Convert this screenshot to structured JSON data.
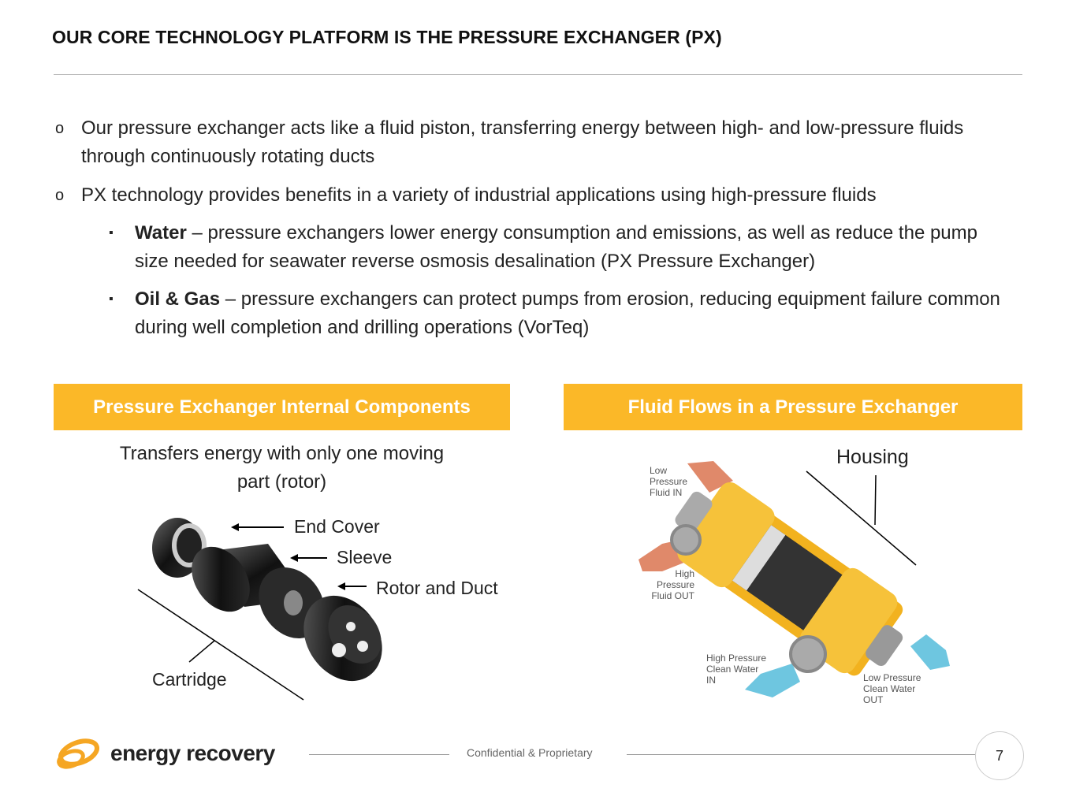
{
  "title": "OUR CORE TECHNOLOGY PLATFORM IS THE PRESSURE EXCHANGER (PX)",
  "bullets": [
    {
      "marker": "o",
      "text": "Our pressure exchanger acts like a fluid piston, transferring energy between high- and low-pressure fluids through continuously rotating ducts"
    },
    {
      "marker": "o",
      "text": "PX technology provides benefits in a variety of industrial applications using high-pressure fluids"
    }
  ],
  "sub_bullets": [
    {
      "marker": "▪",
      "bold": "Water",
      "text": " – pressure exchangers lower energy consumption and emissions, as well as reduce the pump size needed for seawater reverse osmosis desalination (PX Pressure Exchanger)"
    },
    {
      "marker": "▪",
      "bold": "Oil & Gas",
      "text": " – pressure exchangers can protect pumps from erosion, reducing equipment failure common during well completion and drilling operations (VorTeq)"
    }
  ],
  "left_panel": {
    "header": "Pressure Exchanger Internal Components",
    "caption": "Transfers energy with only one moving part (rotor)",
    "labels": {
      "end_cover": "End Cover",
      "sleeve": "Sleeve",
      "rotor": "Rotor and Duct",
      "cartridge": "Cartridge"
    }
  },
  "right_panel": {
    "header": "Fluid Flows in a Pressure Exchanger",
    "housing": "Housing",
    "flows": {
      "lp_in": "Low Pressure Fluid IN",
      "hp_out": "High Pressure Fluid OUT",
      "hp_water_in": "High Pressure Clean Water IN",
      "lp_water_out": "Low Pressure Clean Water OUT"
    }
  },
  "footer": {
    "logo": "energy recovery",
    "confidential": "Confidential & Proprietary",
    "page": "7"
  },
  "colors": {
    "accent": "#FBB828",
    "fluid": "#E0896A",
    "water": "#6EC6E0"
  }
}
